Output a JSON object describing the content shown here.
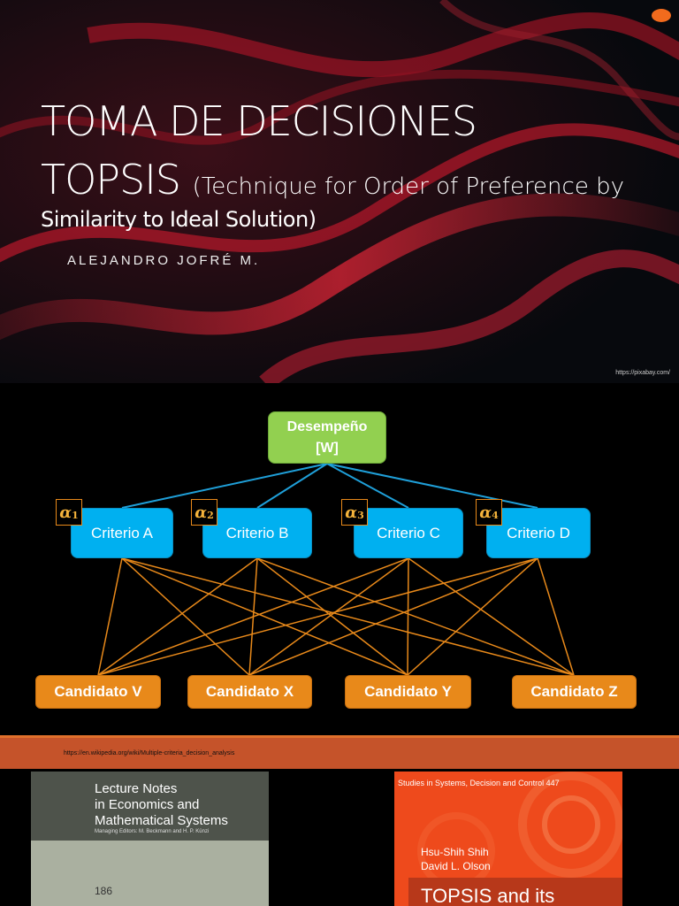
{
  "slide1": {
    "title_line1": "TOMA DE DECISIONES",
    "title_line2": "TOPSIS",
    "title_paren": "(Technique for Order of Preference by",
    "subtitle_line2": "Similarity to Ideal Solution)",
    "author": "ALEJANDRO JOFRÉ M.",
    "image_credit": "https://pixabay.com/",
    "accent_color": "#f26b1d"
  },
  "slide2": {
    "top_node": {
      "line1": "Desempeño",
      "line2": "[W]"
    },
    "criteria": [
      {
        "label": "Criterio A",
        "weight_symbol": "α",
        "weight_index": "1"
      },
      {
        "label": "Criterio B",
        "weight_symbol": "α",
        "weight_index": "2"
      },
      {
        "label": "Criterio C",
        "weight_symbol": "α",
        "weight_index": "3"
      },
      {
        "label": "Criterio D",
        "weight_symbol": "α",
        "weight_index": "4"
      }
    ],
    "candidates": [
      "Candidato V",
      "Candidato X",
      "Candidato Y",
      "Candidato Z"
    ],
    "colors": {
      "top": "#92d050",
      "criteria": "#00b0f0",
      "candidates": "#e8891a",
      "lines_top": "#1f9fd8",
      "lines_bottom": "#e8891a"
    }
  },
  "source_link": "https://en.wikipedia.org/wiki/Multiple-criteria_decision_analysis",
  "slide3": {
    "book1": {
      "title_lines": [
        "Lecture Notes",
        "in Economics and",
        "Mathematical Systems"
      ],
      "editors": "Managing Editors: M. Beckmann and H. P. Künzi",
      "volume": "186"
    },
    "book2": {
      "series": "Studies in Systems, Decision and Control  447",
      "author1": "Hsu-Shih Shih",
      "author2": "David L. Olson",
      "title": "TOPSIS and its"
    }
  }
}
